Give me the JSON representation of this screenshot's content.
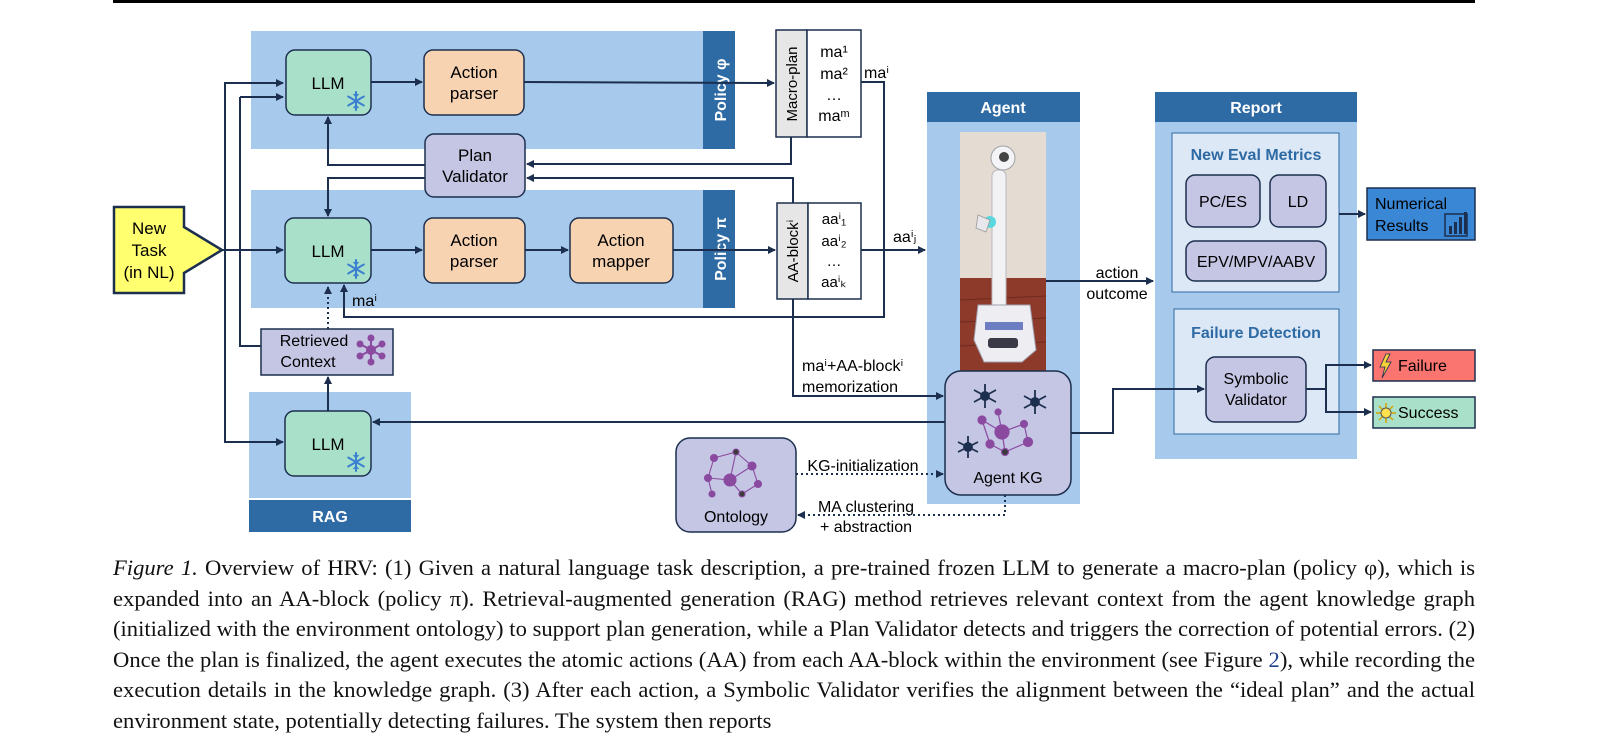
{
  "diagram": {
    "policy_phi": "Policy φ",
    "policy_pi": "Policy π",
    "rag": "RAG",
    "agent": "Agent",
    "report": "Report",
    "llm": "LLM",
    "action_parser": [
      "Action",
      "parser"
    ],
    "action_mapper": [
      "Action",
      "mapper"
    ],
    "plan_validator": [
      "Plan",
      "Validator"
    ],
    "new_task": [
      "New",
      "Task",
      "(in NL)"
    ],
    "retrieved_context": [
      "Retrieved",
      "Context"
    ],
    "macro_plan": "Macro-plan",
    "macro_plan_items": [
      "ma¹",
      "ma²",
      "…",
      "maᵐ"
    ],
    "ma_i": "maⁱ",
    "aa_block": "AA-blockⁱ",
    "aa_block_items": [
      "aaⁱ₁",
      "aaⁱ₂",
      "…",
      "aaⁱₖ"
    ],
    "aa_j": "aaⁱⱼ",
    "memorization": [
      "maⁱ+AA-blockⁱ",
      "memorization"
    ],
    "action_outcome": [
      "action",
      "outcome"
    ],
    "agent_kg": "Agent KG",
    "ontology": "Ontology",
    "kg_initialization": "KG-initialization",
    "ma_clustering": [
      "MA clustering",
      "+ abstraction"
    ],
    "new_eval_metrics": "New Eval Metrics",
    "metric_pc_es": "PC/ES",
    "metric_ld": "LD",
    "metric_epv": "EPV/MPV/AABV",
    "numerical_results": [
      "Numerical",
      "Results"
    ],
    "failure_detection": "Failure Detection",
    "symbolic_validator": [
      "Symbolic",
      "Validator"
    ],
    "failure": "Failure",
    "success": "Success",
    "icons": [
      "snowflake-icon",
      "network-icon",
      "bar-chart-icon",
      "lightning-icon",
      "sun-icon",
      "robot-image"
    ]
  },
  "caption": {
    "label": "Figure 1.",
    "part1": " Overview of HRV: (1) Given a natural language task description, a pre-trained frozen LLM to generate a macro-plan (policy φ), which is expanded into an AA-block (policy π). Retrieval-augmented generation (RAG) method retrieves relevant context from the agent knowledge graph (initialized with the environment ontology) to support plan generation, while a Plan Validator detects and triggers the correction of potential errors. (2) Once the plan is finalized, the agent executes the atomic actions (AA) from each AA-block within the environment (see Figure ",
    "ref": "2",
    "part2": "), while recording the execution details in the knowledge graph. (3) After each action, a Symbolic Validator verifies the alignment between the “ideal plan” and the actual environment state, potentially detecting failures. The system then reports"
  },
  "colors": {
    "panel_blue": "#a7c9ec",
    "dark_blue": "#2e6aa3",
    "llm_green": "#a9e0c9",
    "parser_orange": "#f8d3b2",
    "lavender": "#c5c5e4",
    "yellow": "#ffff70",
    "numerical_blue": "#3a87d6",
    "failure_red": "#fa7470",
    "success_green": "#a9e0c9",
    "line": "#1c2f4e"
  }
}
